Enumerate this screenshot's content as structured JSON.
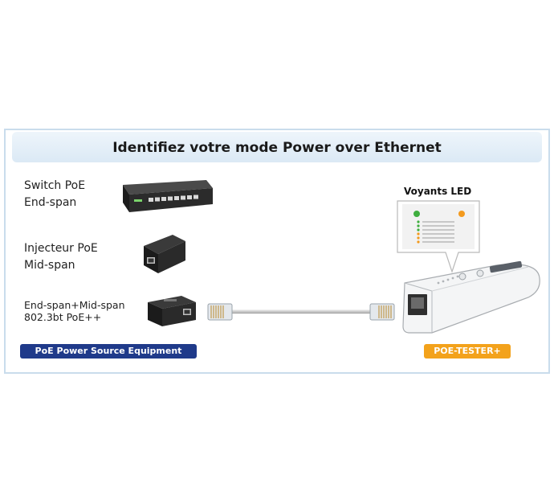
{
  "header": {
    "title": "Identifiez votre mode Power over Ethernet"
  },
  "devices": [
    {
      "line1": "Switch PoE",
      "line2": "End-span"
    },
    {
      "line1": "Injecteur PoE",
      "line2": "Mid-span"
    },
    {
      "line1": "End-span+Mid-span",
      "line2": "802.3bt PoE++"
    }
  ],
  "badges": {
    "source": "PoE Power Source Equipment",
    "tester": "POE-TESTER+"
  },
  "led_panel": {
    "title": "Voyants LED"
  },
  "colors": {
    "badge_blue": "#1f3a8a",
    "badge_orange": "#f3a21b",
    "led_green": "#3fae3f",
    "led_orange": "#f39a1e"
  }
}
